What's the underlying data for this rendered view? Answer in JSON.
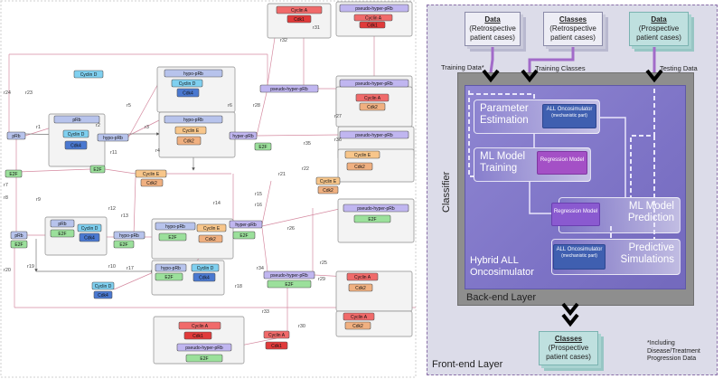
{
  "network": {
    "nodes": {
      "cyclin_a_top": "Cyclin A",
      "cdk1_top": "Cdk1",
      "pseudo_hyper_top": "pseudo-hyper-pRb",
      "cyclin_a_top2": "Cyclin A",
      "cdk1_top2": "Cdk1",
      "hypo_prb_1": "hypo-pRb",
      "cyclin_d_1": "Cyclin D",
      "cdk4_1": "Cdk4",
      "cyclin_d_label_1": "Cyclin D",
      "pseudo_hyper_2": "pseudo-hyper-pRb",
      "pseudo_hyper_3": "pseudo-hyper-pRb",
      "cyclin_a_3": "Cyclin A",
      "cdk2_3": "Cdk2",
      "prb_1": "pRb",
      "prb_complex": "pRb",
      "cyclin_d_2": "Cyclin D",
      "cdk4_2": "Cdk4",
      "hypo_prb_2": "hypo-pRb",
      "hypo_prb_3": "hypo-pRb",
      "cyclin_e_1": "Cyclin E",
      "cdk2_1": "Cdk2",
      "hyper_prb_1": "hyper-pRb",
      "pseudo_hyper_4": "pseudo-hyper-pRb",
      "e2f_1": "E2F",
      "e2f_2": "E2F",
      "e2f_3": "E2F",
      "cyclin_e_2": "Cyclin E",
      "cdk2_2": "Cdk2",
      "cyclin_e_3": "Cyclin E",
      "cdk2_4": "Cdk2",
      "cyclin_e_4": "Cyclin E",
      "cdk2_5": "Cdk2",
      "prb_2": "pRb",
      "e2f_4": "E2F",
      "prb_3": "pRb",
      "e2f_5": "E2F",
      "cyclin_d_3": "Cyclin D",
      "cdk4_3": "Cdk4",
      "hypo_prb_4": "hypo-pRb",
      "e2f_6": "E2F",
      "hypo_prb_5": "hypo-pRb",
      "e2f_7": "E2F",
      "cyclin_e_5": "Cyclin E",
      "cdk2_6": "Cdk2",
      "hyper_prb_2": "hyper-pRb",
      "e2f_8": "E2F",
      "pseudo_hyper_5": "pseudo-hyper-pRb",
      "e2f_9": "E2F",
      "hypo_prb_6": "hypo-pRb",
      "e2f_10": "E2F",
      "cyclin_d_4": "Cyclin D",
      "cdk4_4": "Cdk4",
      "cyclin_d_5": "Cyclin D",
      "cdk4_5": "Cdk4",
      "pseudo_hyper_6": "pseudo-hyper-pRb",
      "e2f_11": "E2F",
      "cyclin_a_4": "Cyclin A",
      "cdk2_7": "Cdk2",
      "cyclin_a_5": "Cyclin A",
      "cdk2_8": "Cdk2",
      "cyclin_a_6": "Cyclin A",
      "cdk1_3": "Cdk1",
      "pseudo_hyper_7": "pseudo-hyper-pRb",
      "e2f_12": "E2F",
      "cyclin_a_7": "Cyclin A",
      "cdk1_4": "Cdk1"
    },
    "edge_labels": [
      "r31",
      "r32",
      "r24",
      "r23",
      "r6",
      "r5",
      "r28",
      "r27",
      "r2",
      "r3",
      "r11",
      "r1",
      "r4",
      "r35",
      "r36",
      "r7",
      "r8",
      "r9",
      "r21",
      "r22",
      "r14",
      "r15",
      "r16",
      "r13",
      "r12",
      "r26",
      "r20",
      "r19",
      "r10",
      "r17",
      "r34",
      "r18",
      "r25",
      "r29",
      "r33",
      "r30"
    ]
  },
  "architecture": {
    "inputs": [
      {
        "title": "Data",
        "subtitle": "(Retrospective patient cases)"
      },
      {
        "title": "Classes",
        "subtitle": "(Retrospective patient cases)"
      },
      {
        "title": "Data",
        "subtitle": "(Prospective patient cases)"
      }
    ],
    "arrow_labels": {
      "training_data": "Training Data*",
      "training_classes": "Training Classes",
      "testing_data": "Testing Data"
    },
    "steps": {
      "parameter_estimation": "Parameter Estimation",
      "ml_model_training": "ML Model Training",
      "ml_model_prediction": "ML Model Prediction",
      "predictive_simulations": "Predictive Simulations"
    },
    "chips": {
      "oncosim_1_title": "ALL Oncosimulator",
      "oncosim_1_sub": "(mechanistic part)",
      "regression_1": "Regression Model",
      "regression_2": "Regression Model",
      "oncosim_2_title": "ALL Oncosimulator",
      "oncosim_2_sub": "(mechanistic part)"
    },
    "labels": {
      "hybrid": "Hybrid ALL Oncosimulator",
      "backend": "Back-end Layer",
      "frontend": "Front-end Layer",
      "classifier": "Classifier",
      "footnote": "*Including Disease/Treatment Progression Data"
    },
    "output": {
      "title": "Classes",
      "subtitle": "(Prospective patient cases)"
    },
    "colors": {
      "frontend_bg": "#dcdce9",
      "backend_bg": "#8e8e8e",
      "hybrid_bg": "#7d73c6",
      "arrow_purple": "#a26bc9",
      "teal_box": "#bfe0df"
    }
  }
}
